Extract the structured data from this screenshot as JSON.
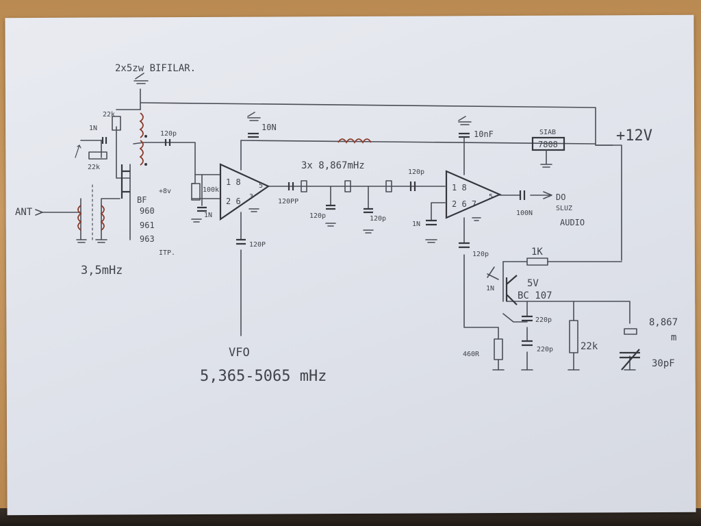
{
  "notes": {
    "bifilar": "2x5zw BIFILAR.",
    "input_freq": "3,5mHz",
    "transistor_bf": [
      "BF",
      "960",
      "961",
      "963",
      "ITP."
    ],
    "crystal_filter": "3x 8,867mHz",
    "vfo_title": "VFO",
    "vfo_range": "5,365-5065 mHz",
    "supply": "+12V",
    "regulator_top": "SIAB",
    "regulator": "7808",
    "output": [
      "DO",
      "SLUZ",
      "AUDIO"
    ],
    "bfo_crystal": [
      "8,867",
      "m"
    ],
    "transistor_bc": "BC 107",
    "five_v": "5V"
  },
  "labels": {
    "ant": "ANT",
    "r_22k_top": "22k",
    "c_1n_left": "1N",
    "r_22k_left": "22k",
    "c_120p_a": "120p",
    "plus_8v": "+8v",
    "r_100k": "100k",
    "c_1n_bottom": "1N",
    "c_10n": "10N",
    "mixer1_pins_top": "1 8",
    "mixer1_pins_bottom": "2 6",
    "mixer1_pin3": "3",
    "mixer1_pin5": "5",
    "c_120pp": "120PP",
    "c_120p_filter1": "120p",
    "c_120p_filter2": "120p",
    "c_120p_b": "120p",
    "c_120p_vfo": "120P",
    "c_10nf": "10nF",
    "mixer2_pins_top": "1 8",
    "mixer2_pins_bottom": "2 6 7",
    "mixer2_pin5": "5",
    "c_1n_mixer2": "1N",
    "c_100n": "100N",
    "c_120p_mixer2": "120p",
    "r_1k": "1K",
    "trim_1n": "1N",
    "r_460r": "460R",
    "c_220p_a": "220p",
    "c_220p_b": "220p",
    "r_22k_right": "22k",
    "c_30pf": "30pF"
  },
  "icons": {
    "ground": "ground-icon",
    "inductor": "inductor-icon",
    "crystal": "crystal-icon",
    "opamp": "mixer-triangle-icon"
  },
  "colors": {
    "paper": "#e3e6ed",
    "pencil": "#4a4d55",
    "coil": "#8a3a2a",
    "table": "#c0915a"
  }
}
